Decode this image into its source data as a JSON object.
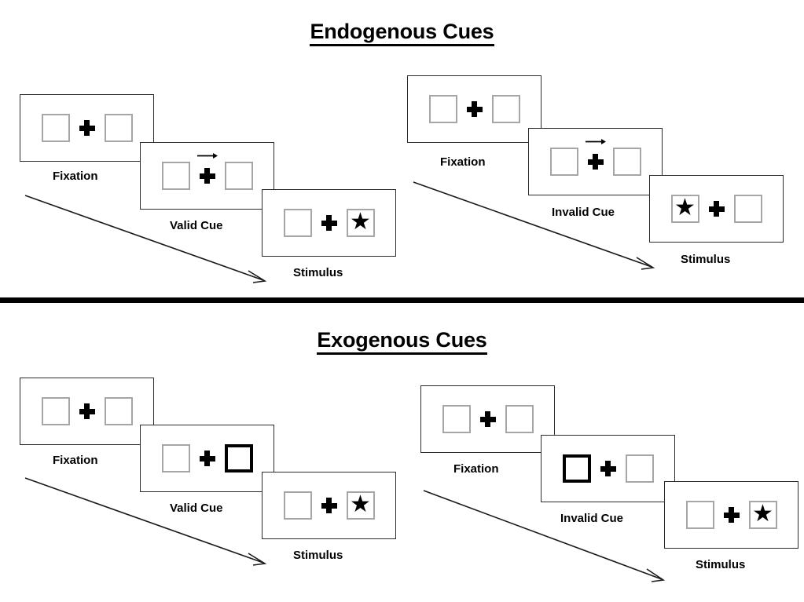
{
  "figure": {
    "background": "#ffffff",
    "panel_border_color": "#2b2b2b",
    "box_border_color": "#a6a6a6",
    "cued_box_border_color": "#000000",
    "stimulus_glyph": "★",
    "divider_color": "#000000"
  },
  "sections": [
    {
      "id": "endogenous",
      "title": "Endogenous Cues",
      "cue_type": "central-arrow",
      "columns": [
        {
          "id": "endogenous-valid",
          "validity": "valid",
          "frames": [
            {
              "label": "Fixation",
              "left_box": "empty",
              "right_box": "empty",
              "cue": "none",
              "stimulus_side": "none"
            },
            {
              "label": "Valid Cue",
              "left_box": "empty",
              "right_box": "empty",
              "cue": "arrow-right",
              "stimulus_side": "none"
            },
            {
              "label": "Stimulus",
              "left_box": "empty",
              "right_box": "star",
              "cue": "none",
              "stimulus_side": "right"
            }
          ]
        },
        {
          "id": "endogenous-invalid",
          "validity": "invalid",
          "frames": [
            {
              "label": "Fixation",
              "left_box": "empty",
              "right_box": "empty",
              "cue": "none",
              "stimulus_side": "none"
            },
            {
              "label": "Invalid Cue",
              "left_box": "empty",
              "right_box": "empty",
              "cue": "arrow-right",
              "stimulus_side": "none"
            },
            {
              "label": "Stimulus",
              "left_box": "star",
              "right_box": "empty",
              "cue": "none",
              "stimulus_side": "left"
            }
          ]
        }
      ]
    },
    {
      "id": "exogenous",
      "title": "Exogenous Cues",
      "cue_type": "peripheral-box-flash",
      "columns": [
        {
          "id": "exogenous-valid",
          "validity": "valid",
          "frames": [
            {
              "label": "Fixation",
              "left_box": "empty",
              "right_box": "empty",
              "cue": "none",
              "stimulus_side": "none"
            },
            {
              "label": "Valid Cue",
              "left_box": "empty",
              "right_box": "cued",
              "cue": "box-right",
              "stimulus_side": "none"
            },
            {
              "label": "Stimulus",
              "left_box": "empty",
              "right_box": "star",
              "cue": "none",
              "stimulus_side": "right"
            }
          ]
        },
        {
          "id": "exogenous-invalid",
          "validity": "invalid",
          "frames": [
            {
              "label": "Fixation",
              "left_box": "empty",
              "right_box": "empty",
              "cue": "none",
              "stimulus_side": "none"
            },
            {
              "label": "Invalid Cue",
              "left_box": "cued",
              "right_box": "empty",
              "cue": "box-left",
              "stimulus_side": "none"
            },
            {
              "label": "Stimulus",
              "left_box": "empty",
              "right_box": "star",
              "cue": "none",
              "stimulus_side": "right"
            }
          ]
        }
      ]
    }
  ]
}
